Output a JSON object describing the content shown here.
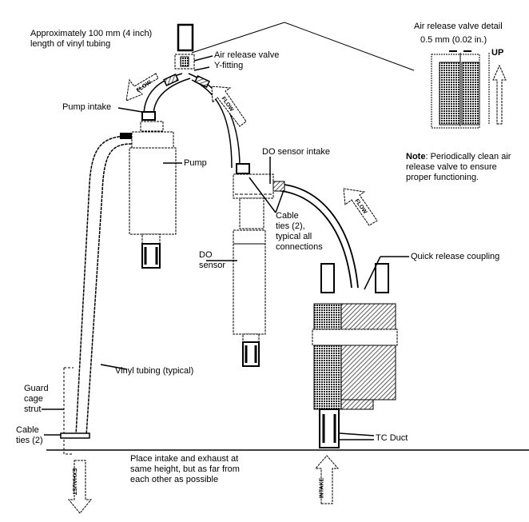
{
  "labels": {
    "vinyl_length": "Approximately 100 mm (4 inch)\nlength of vinyl tubing",
    "air_release_valve": "Air release valve",
    "y_fitting": "Y-fitting",
    "pump_intake": "Pump intake",
    "pump": "Pump",
    "do_sensor_intake": "DO sensor intake",
    "cable_ties_typical": "Cable\nties (2),\ntypical all\nconnections",
    "do_sensor": "DO\nsensor",
    "quick_release": "Quick release coupling",
    "vinyl_typical": "Vinyl tubing (typical)",
    "guard_cage": "Guard\ncage\nstrut",
    "cable_ties_2": "Cable\nties (2)",
    "tc_duct": "TC Duct",
    "placement_note": "Place intake and exhaust at\nsame height, but as far from\neach other as possible"
  },
  "detail": {
    "title": "Air release valve detail",
    "gap": "0.5 mm (0.02 in.)",
    "up": "UP",
    "note_bold": "Note",
    "note_text": ": Periodically clean air\nrelease valve to ensure\nproper functioning."
  },
  "arrows": {
    "flow": "FLOW",
    "exhaust": "EXHAUST",
    "intake": "INTAKE"
  }
}
